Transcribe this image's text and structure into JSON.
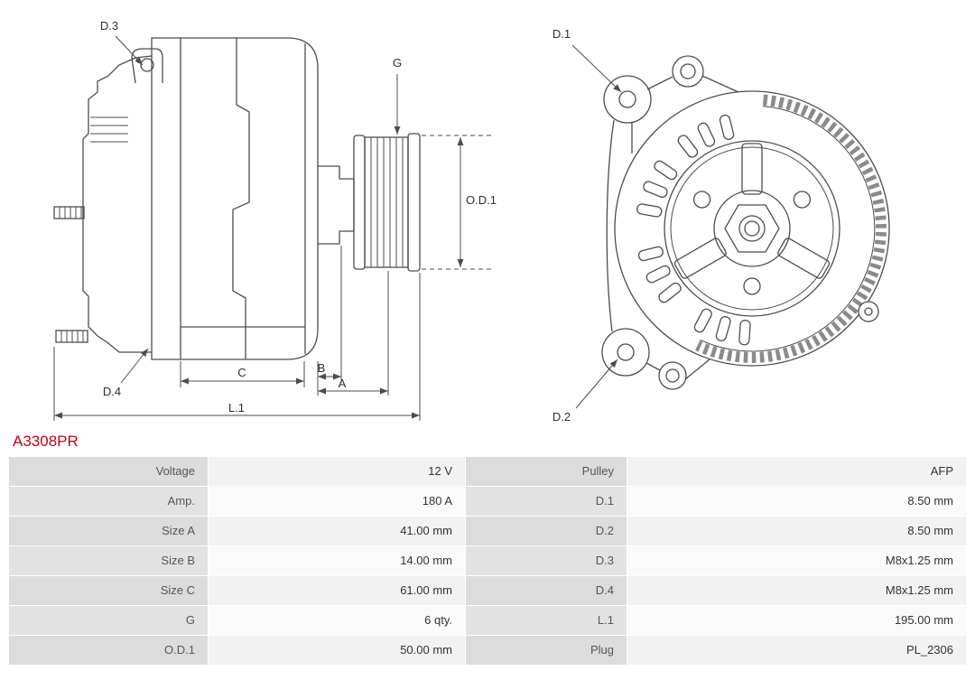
{
  "part_number": "A3308PR",
  "accent_color": "#c00413",
  "diagram": {
    "side": {
      "d3": "D.3",
      "d4": "D.4",
      "g": "G",
      "od1": "O.D.1",
      "a": "A",
      "b": "B",
      "c": "C",
      "l1": "L.1"
    },
    "rear": {
      "d1": "D.1",
      "d2": "D.2"
    }
  },
  "specs": {
    "rows": [
      {
        "label1": "Voltage",
        "value1": "12 V",
        "label2": "Pulley",
        "value2": "AFP"
      },
      {
        "label1": "Amp.",
        "value1": "180 A",
        "label2": "D.1",
        "value2": "8.50 mm"
      },
      {
        "label1": "Size A",
        "value1": "41.00 mm",
        "label2": "D.2",
        "value2": "8.50 mm"
      },
      {
        "label1": "Size B",
        "value1": "14.00 mm",
        "label2": "D.3",
        "value2": "M8x1.25 mm"
      },
      {
        "label1": "Size C",
        "value1": "61.00 mm",
        "label2": "D.4",
        "value2": "M8x1.25 mm"
      },
      {
        "label1": "G",
        "value1": "6 qty.",
        "label2": "L.1",
        "value2": "195.00 mm"
      },
      {
        "label1": "O.D.1",
        "value1": "50.00 mm",
        "label2": "Plug",
        "value2": "PL_2306"
      }
    ]
  }
}
